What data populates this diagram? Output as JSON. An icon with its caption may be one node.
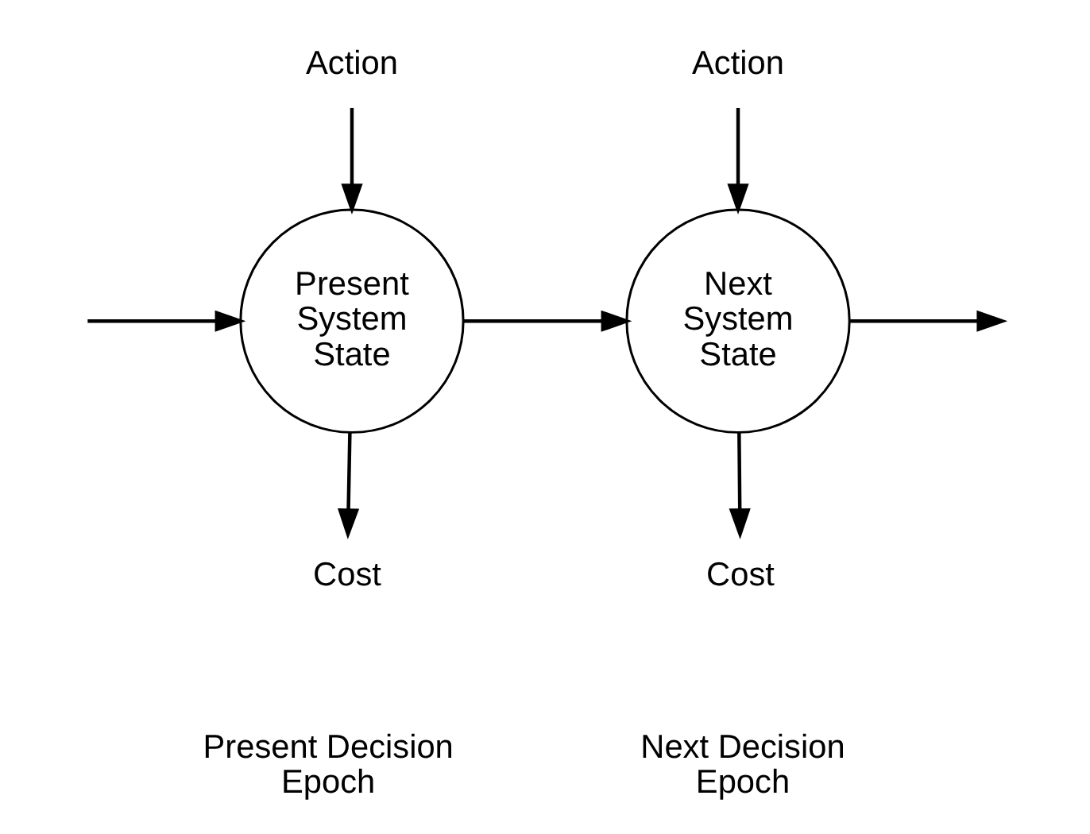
{
  "diagram": {
    "nodes": [
      {
        "text": [
          "Action"
        ]
      },
      {
        "text": [
          "Action"
        ]
      },
      {
        "text": [
          "Present System State"
        ]
      },
      {
        "text": [
          "Next System State"
        ]
      },
      {
        "text": [
          "Cost"
        ]
      },
      {
        "text": [
          "Cost"
        ]
      }
    ],
    "edges": [
      {
        "from": null,
        "to": 2,
        "arrow": "to"
      },
      {
        "from": 0,
        "to": 2,
        "arrow": "to"
      },
      {
        "from": 2,
        "to": 3,
        "arrow": "to"
      },
      {
        "from": 1,
        "to": 3,
        "arrow": "to"
      },
      {
        "from": 3,
        "to": null,
        "arrow": "to"
      },
      {
        "from": 2,
        "to": 4,
        "arrow": "to"
      },
      {
        "from": 3,
        "to": 5,
        "arrow": "to"
      }
    ],
    "labels": [
      "Present Decision Epoch",
      "Next Decision Epoch"
    ]
  }
}
